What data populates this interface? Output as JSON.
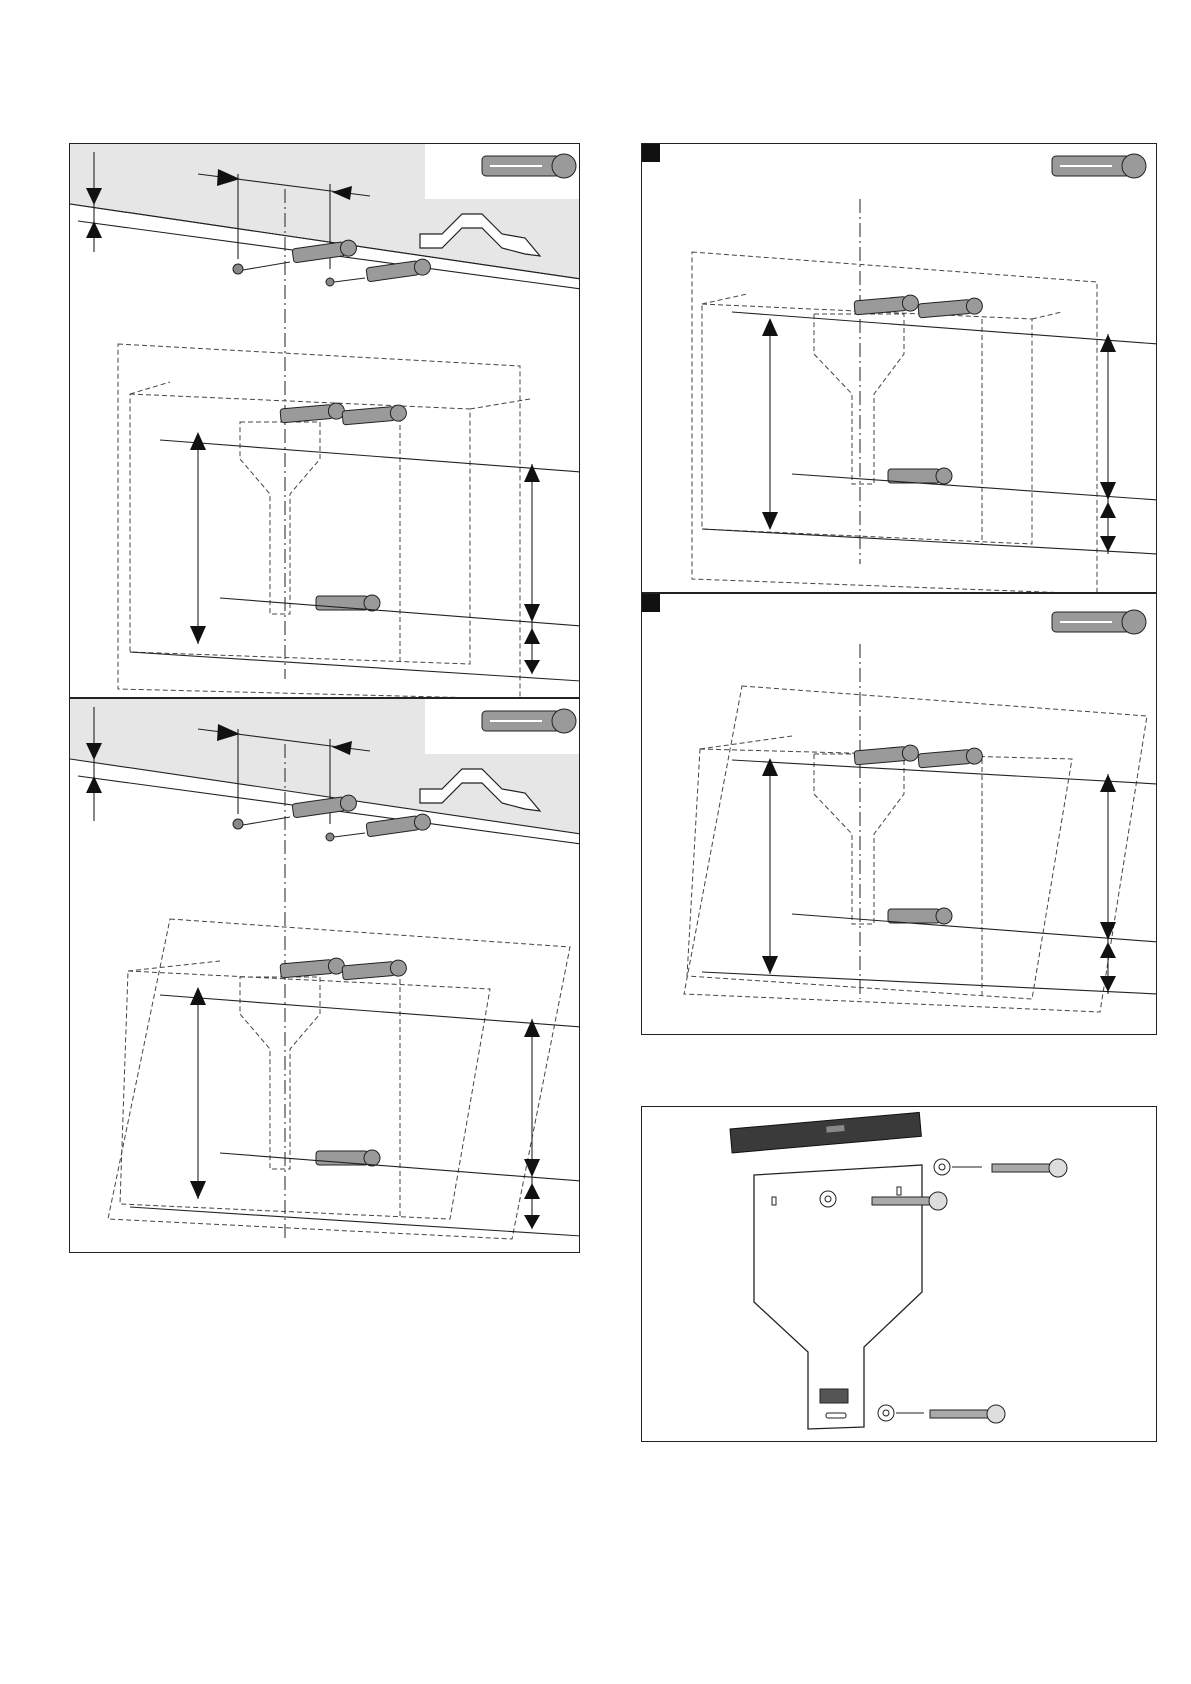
{
  "panels": [
    {
      "id": "step-1",
      "marker": "",
      "has_wall_gray": true,
      "has_bracket": true,
      "cabinet": "box"
    },
    {
      "id": "step-2",
      "marker": "",
      "has_wall_gray": true,
      "has_bracket": true,
      "cabinet": "slanted"
    },
    {
      "id": "step-3",
      "marker": "",
      "has_wall_gray": false,
      "has_bracket": false,
      "cabinet": "box"
    },
    {
      "id": "step-4",
      "marker": "",
      "has_wall_gray": false,
      "has_bracket": false,
      "cabinet": "slanted"
    },
    {
      "id": "step-5",
      "marker": "",
      "has_wall_gray": false,
      "has_bracket": false,
      "cabinet": "template"
    }
  ],
  "icons": {
    "dowel": "wall-plug-icon",
    "screw": "screw-icon",
    "washer": "washer-icon",
    "level": "spirit-level-icon",
    "bracket": "mounting-bracket-icon",
    "template": "drilling-template-icon"
  },
  "colors": {
    "wall_gray": "#e6e6e6",
    "dowel_gray": "#9a9a9a",
    "level_dark": "#3a3a3a",
    "line": "#222222"
  }
}
